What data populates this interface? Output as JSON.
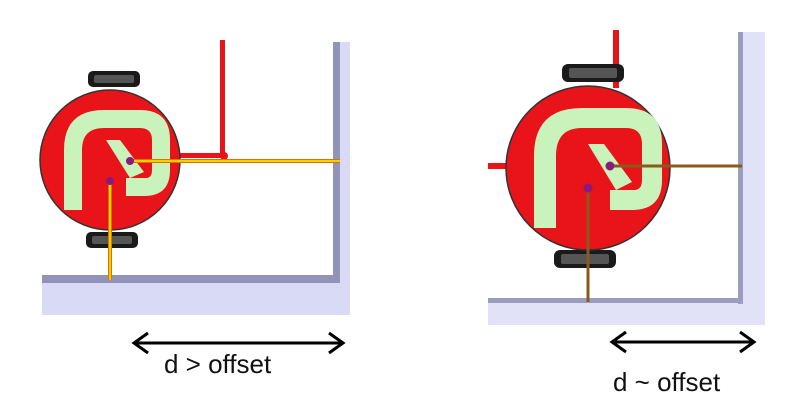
{
  "panels": [
    {
      "id": "left",
      "caption": "d > offset",
      "colors": {
        "ground": "#d9daf5",
        "wall": "#9193b8",
        "robot_body": "#e8141a",
        "robot_logo": "#c9f3bb",
        "distance_line": "#f5d000",
        "distance_line_outline": "#e07000",
        "target_line": "#e8141a",
        "sensor_point": "#8b1a7a",
        "wheel": "#1a1a1a",
        "arrow": "#000000"
      }
    },
    {
      "id": "right",
      "caption": "d ~ offset",
      "colors": {
        "ground": "#e1e2f8",
        "wall": "#9a9cc0",
        "robot_body": "#e8141a",
        "robot_logo": "#c9f3bb",
        "distance_line": "#8a5a1a",
        "target_line": "#e8141a",
        "sensor_point": "#8b1a7a",
        "wheel": "#1a1a1a",
        "arrow": "#000000"
      }
    }
  ]
}
